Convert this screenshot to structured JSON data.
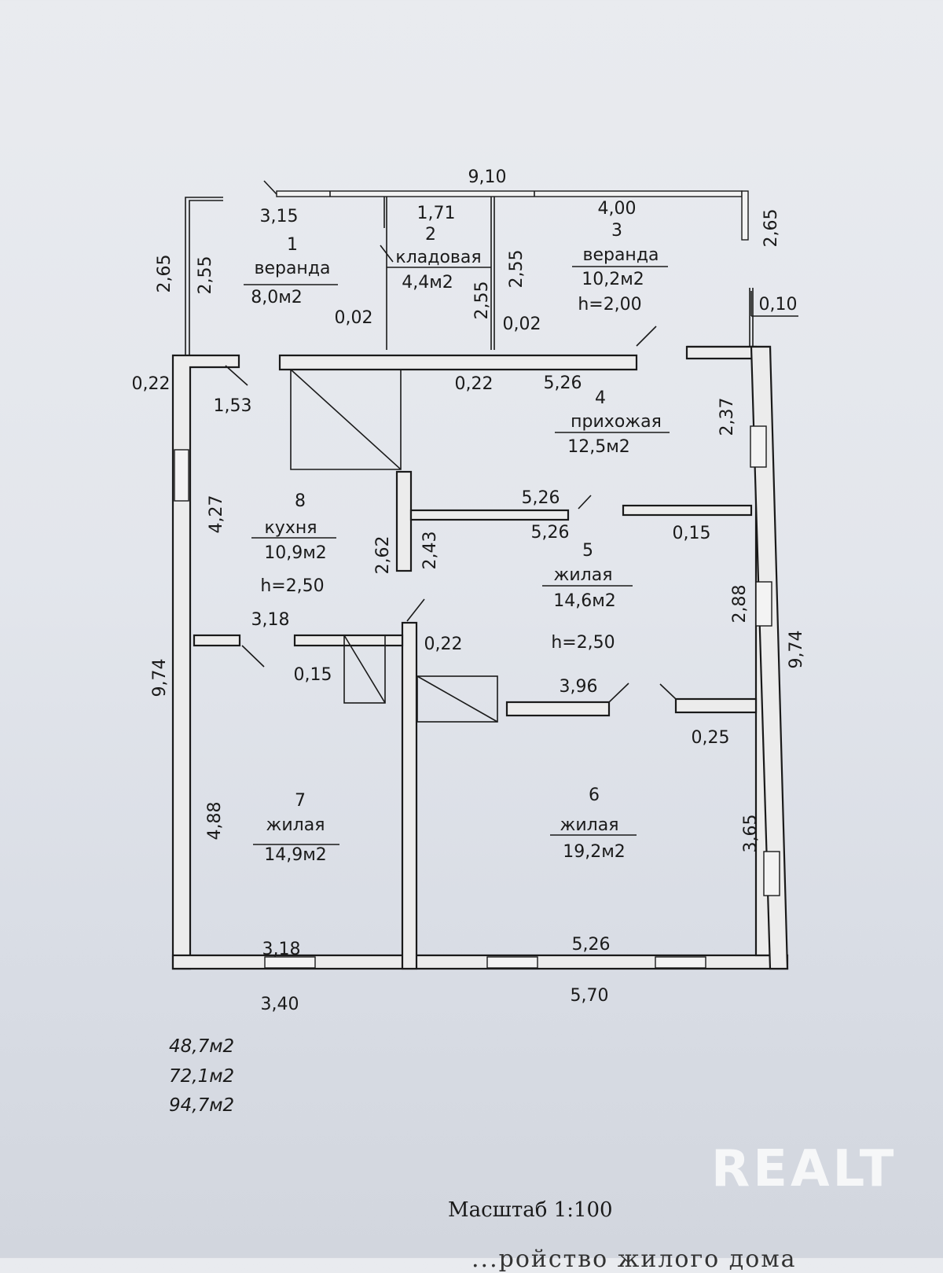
{
  "rooms": [
    {
      "num": "1",
      "name": "веранда",
      "area": "8,0м2"
    },
    {
      "num": "2",
      "name": "кладовая",
      "area": "4,4м2"
    },
    {
      "num": "3",
      "name": "веранда",
      "area": "10,2м2",
      "height": "h=2,00"
    },
    {
      "num": "4",
      "name": "прихожая",
      "area": "12,5м2"
    },
    {
      "num": "5",
      "name": "жилая",
      "area": "14,6м2",
      "height": "h=2,50"
    },
    {
      "num": "6",
      "name": "жилая",
      "area": "19,2м2"
    },
    {
      "num": "7",
      "name": "жилая",
      "area": "14,9м2"
    },
    {
      "num": "8",
      "name": "кухня",
      "area": "10,9м2",
      "height": "h=2,50"
    }
  ],
  "dimensions": {
    "top_total": "9,10",
    "veranda1_width": "3,15",
    "storage_width": "1,71",
    "veranda3_width": "4,00",
    "left_outer_top": "2,65",
    "left_inner_top": "2,55",
    "storage_h_left": "2,55",
    "storage_h_right": "2,55",
    "right_outer_top": "2,65",
    "wall_002_left": "0,02",
    "wall_002_right": "0,02",
    "right_010": "0,10",
    "left_022": "0,22",
    "step_153": "1,53",
    "wall_022_top": "0,22",
    "hall_526": "5,26",
    "right_237": "2,37",
    "left_427": "4,27",
    "kitchen_262": "2,62",
    "kitchen_243": "2,43",
    "part_526_a": "5,26",
    "part_526_b": "5,26",
    "right_015": "0,15",
    "right_288": "2,88",
    "kitchen_318": "3,18",
    "kitchen_015": "0,15",
    "mid_022": "0,22",
    "living_396": "3,96",
    "right_025": "0,25",
    "left_974": "9,74",
    "right_974": "9,74",
    "left_488": "4,88",
    "right_365": "3,65",
    "bottom_318": "3,18",
    "bottom_526": "5,26",
    "bottom_340": "3,40",
    "bottom_570": "5,70"
  },
  "totals": [
    "48,7м2",
    "72,1м2",
    "94,7м2"
  ],
  "scale": "Масштаб  1:100",
  "footer": "...ройство жилого дома",
  "watermark": "REALT"
}
